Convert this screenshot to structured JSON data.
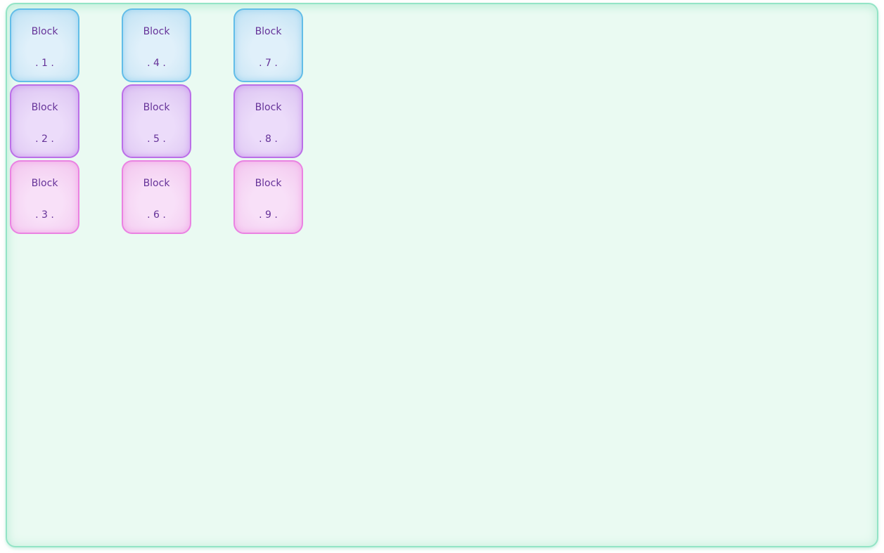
{
  "colors": {
    "panel-bg": "#eafaf2",
    "panel-border": "#93e4c6",
    "panel-glow": "#c9f1df",
    "text-color": "#663399",
    "blue-border": "#62bde8",
    "blue-glow": "#9ed4ef",
    "blue-bg-center": "#e0f0fa",
    "blue-bg-edge": "#c3e3f4",
    "purple-border": "#bb6fe8",
    "purple-glow": "#cf9df0",
    "purple-bg-center": "#ecdcfa",
    "purple-bg-edge": "#dcc4f2",
    "pink-border": "#ea82e2",
    "pink-glow": "#f2aae8",
    "pink-bg-center": "#f8e0f8",
    "pink-bg-edge": "#f3c8ef"
  },
  "columns": [
    {
      "blocks": [
        {
          "label": "Block",
          "number": ". 1 .",
          "variant": "blue"
        },
        {
          "label": "Block",
          "number": ". 2 .",
          "variant": "purple"
        },
        {
          "label": "Block",
          "number": ". 3 .",
          "variant": "pink"
        }
      ]
    },
    {
      "blocks": [
        {
          "label": "Block",
          "number": ". 4 .",
          "variant": "blue"
        },
        {
          "label": "Block",
          "number": ". 5 .",
          "variant": "purple"
        },
        {
          "label": "Block",
          "number": ". 6 .",
          "variant": "pink"
        }
      ]
    },
    {
      "blocks": [
        {
          "label": "Block",
          "number": ". 7 .",
          "variant": "blue"
        },
        {
          "label": "Block",
          "number": ". 8 .",
          "variant": "purple"
        },
        {
          "label": "Block",
          "number": ". 9 .",
          "variant": "pink"
        }
      ]
    }
  ]
}
